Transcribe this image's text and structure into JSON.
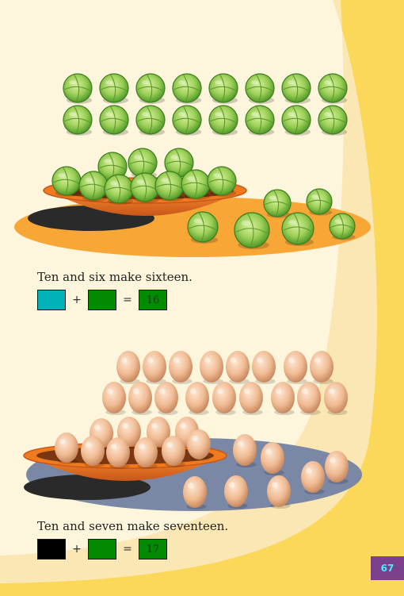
{
  "colors": {
    "cabbage_box": "#00b3b8",
    "egg_box": "#000000",
    "answer_box": "#028a02",
    "page_number_bg": "#7b3f8c",
    "page_number_text": "#3ef0ff"
  },
  "exercise_1": {
    "object_icon": "cabbage-icon",
    "loose_count": 16,
    "bowl_count": 10,
    "sentence": "Ten and six make sixteen.",
    "plus": "+",
    "equals": "=",
    "answer": "16"
  },
  "exercise_2": {
    "object_icon": "egg-icon",
    "loose_count": 17,
    "bowl_count": 10,
    "sentence": "Ten and seven make seventeen.",
    "plus": "+",
    "equals": "=",
    "answer": "17"
  },
  "page_number": "67"
}
